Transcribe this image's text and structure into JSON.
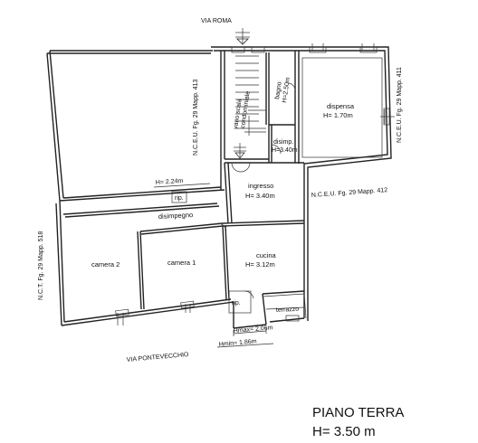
{
  "streets": {
    "north": "VIA ROMA",
    "south": "VIA PONTEVECCHIO"
  },
  "neighbours": {
    "nw": "N.C.E.U. Fg. 29 Mapp. 413",
    "ne": "N.C.E.U. Fg. 29 Mapp. 411",
    "e": "N.C.E.U. Fg. 29 Mapp. 412",
    "w": "N.C.T. Fg. 29 Mapp. 518"
  },
  "rooms": {
    "stair_line1": "vano scala",
    "stair_line2": "condominiale",
    "bagno": "bagno",
    "bagno_h": "H=2.50m",
    "dispensa": "dispensa",
    "dispensa_h": "H= 1.70m",
    "disimp_small": "disimp.",
    "disimp_small_h": "H=3.40m",
    "ingresso": "ingresso",
    "ingresso_h": "H= 3.40m",
    "disimpegno": "disimpegno",
    "camera2": "camera 2",
    "camera1": "camera 1",
    "cucina": "cucina",
    "cucina_h": "H= 3.12m",
    "rip1": "rip.",
    "rip2": "rip.",
    "terrazzo": "terrazzo",
    "h224": "H= 2.24m",
    "hmax": "Hmax= 2.06m",
    "hmin": "Hmin= 1.86m"
  },
  "title": {
    "line1": "PIANO TERRA",
    "line2": "H= 3.50 m"
  }
}
